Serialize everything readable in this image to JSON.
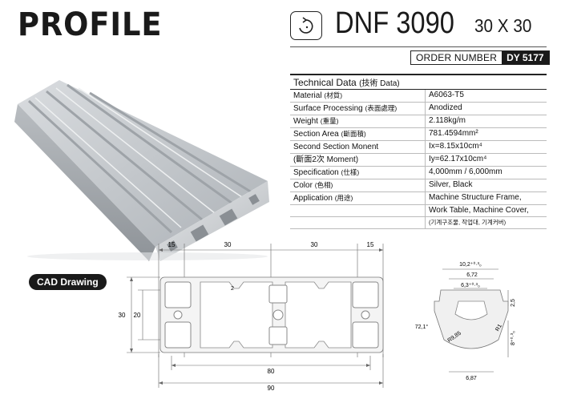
{
  "header": {
    "title": "PROFILE",
    "model": "DNF 3090",
    "model_size": "30 X 30",
    "order_label": "ORDER NUMBER",
    "order_value": "DY 5177"
  },
  "logo_icon": "recycle-arrow-icon",
  "tech": {
    "heading": "Technical Data",
    "heading_sub": "(技術  Data)",
    "rows": [
      {
        "k": "Material",
        "k2": "(材質)",
        "v": "A6063-T5",
        "v2": ""
      },
      {
        "k": "Surface Processing",
        "k2": "(表面處理)",
        "v": "Anodized",
        "v2": ""
      },
      {
        "k": "Weight",
        "k2": "(重量)",
        "v": "2.118kg/m",
        "v2": ""
      },
      {
        "k": "Section Area",
        "k2": "(斷面積)",
        "v": "781.4594mm²",
        "v2": ""
      },
      {
        "k": "Second Section Monent",
        "k2": "",
        "v": "Ix=8.15x10cm⁴",
        "v2": ""
      },
      {
        "k": "(斷面2次 Moment)",
        "k2": "",
        "v": "Iy=62.17x10cm⁴",
        "v2": ""
      },
      {
        "k": "Specification",
        "k2": "(仕樣)",
        "v": "4,000mm / 6,000mm",
        "v2": ""
      },
      {
        "k": "Color",
        "k2": "(色相)",
        "v": "Silver, Black",
        "v2": ""
      },
      {
        "k": "Application",
        "k2": "(用途)",
        "v": "Machine Structure Frame,",
        "v2": ""
      },
      {
        "k": "",
        "k2": "",
        "v": "Work Table, Machine Cover,",
        "v2": ""
      },
      {
        "k": "",
        "k2": "",
        "v": "",
        "v2": "(기계구조물, 작업대, 기계커버)"
      }
    ]
  },
  "cad": {
    "badge": "CAD Drawing",
    "dims": {
      "top_15a": "15",
      "top_30a": "30",
      "top_30b": "30",
      "top_15b": "15",
      "left_30": "30",
      "left_20": "20",
      "slot_2": "2",
      "bottom_80": "80",
      "bottom_90": "90"
    }
  },
  "slot_detail": {
    "d1": "10,2⁺⁰·³₀",
    "d2": "6,72",
    "d3": "6,3⁺⁰·³₀",
    "angle": "72,1°",
    "r1": "R9,85",
    "r2": "R1",
    "h1": "2,5",
    "h2": "8⁺⁰·³₀",
    "d4": "6,87"
  }
}
